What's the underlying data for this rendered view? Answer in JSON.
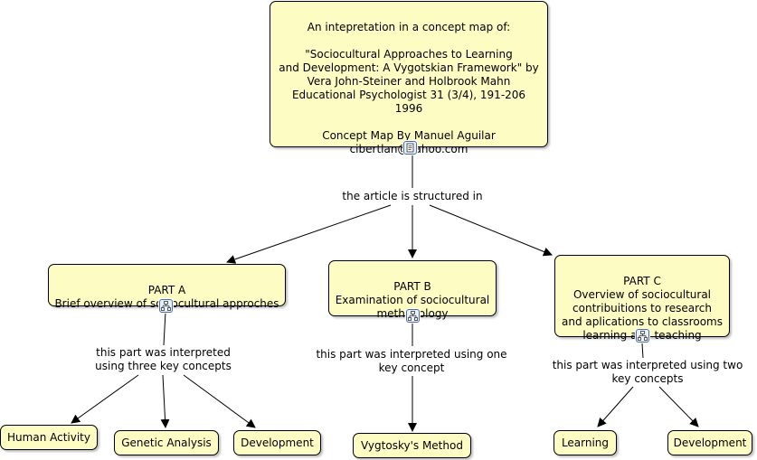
{
  "root": {
    "text": "An intepretation in a concept map of:\n\n\"Sociocultural Approaches to Learning\nand Development: A Vygotskian Framework\" by\nVera John-Steiner and Holbrook Mahn\nEducational Psychologist 31 (3/4), 191-206\n1996\n\nConcept Map By Manuel Aguilar\ncibertlan@yahoo.com",
    "icon": "document-icon"
  },
  "link_root": "the article is structured in",
  "parts": {
    "a": {
      "text": "PART A\nBrief overview of sociocultural approches",
      "icon": "submap-icon"
    },
    "b": {
      "text": "PART B\nExamination of sociocultural\nmethodology",
      "icon": "submap-icon"
    },
    "c": {
      "text": "PART C\nOverview of sociocultural\ncontribuitions to research\nand aplications to classrooms\nlearning and teaching",
      "icon": "submap-icon"
    }
  },
  "link_a": "this part was interpreted\nusing three key concepts",
  "link_b": "this part was interpreted using one\nkey concept",
  "link_c": "this part was interpreted using two\nkey concepts",
  "concepts": {
    "human_activity": "Human Activity",
    "genetic_analysis": "Genetic Analysis",
    "development_a": "Development",
    "vygotsky_method": "Vygtosky's Method",
    "learning": "Learning",
    "development_c": "Development"
  },
  "colors": {
    "node_fill": "#fdfcc3",
    "icon_border": "#4a6fa5"
  }
}
